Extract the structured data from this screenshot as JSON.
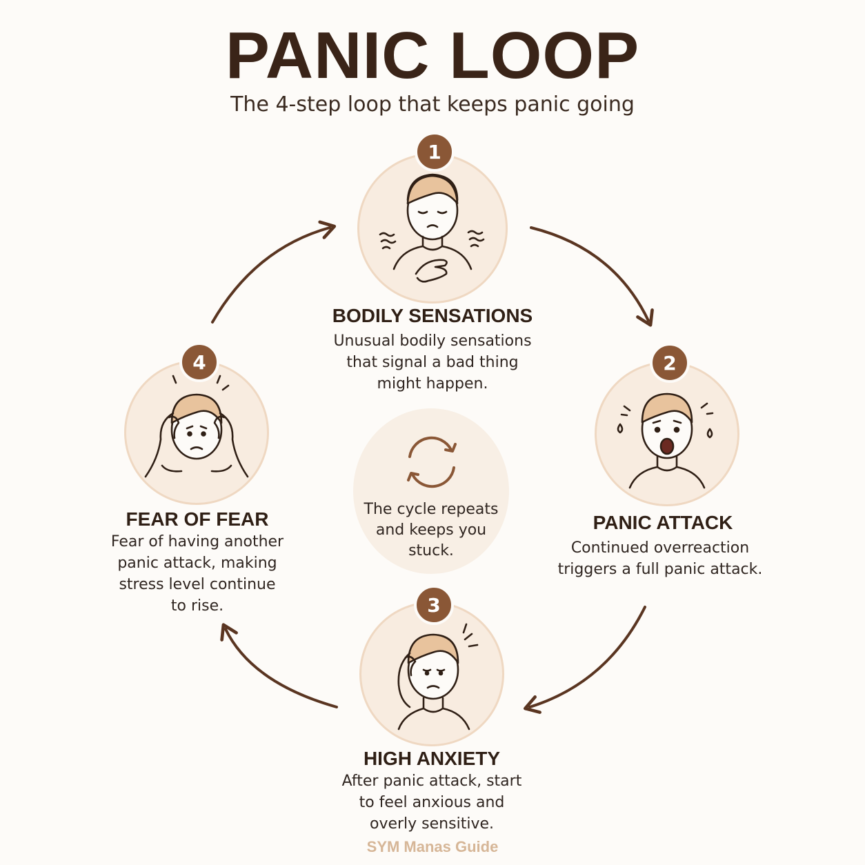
{
  "title": "PANIC LOOP",
  "subtitle": "The 4-step loop that keeps panic going",
  "steps": [
    {
      "number": "1",
      "title": "BODILY SENSATIONS",
      "desc_lines": [
        "Unusual bodily sensations",
        "that signal a bad thing",
        "might happen."
      ],
      "icon": "person-hand-on-chest-icon"
    },
    {
      "number": "2",
      "title": "PANIC ATTACK",
      "desc_lines": [
        "Continued overreaction",
        "triggers a full panic attack."
      ],
      "icon": "person-screaming-icon"
    },
    {
      "number": "3",
      "title": "HIGH ANXIETY",
      "desc_lines": [
        "After panic attack, start",
        "to feel anxious and",
        "overly sensitive."
      ],
      "icon": "person-hand-on-head-icon"
    },
    {
      "number": "4",
      "title": "FEAR OF FEAR",
      "desc_lines": [
        "Fear of having another",
        "panic attack, making",
        "stress level continue",
        "to rise."
      ],
      "icon": "person-hands-on-head-icon"
    }
  ],
  "center": {
    "icon": "cycle-arrows-icon",
    "lines": [
      "The cycle repeats",
      "and keeps you",
      "stuck."
    ]
  },
  "footer": "SYM Manas Guide",
  "colors": {
    "accent": "#8a5736",
    "ring": "#f8ece0",
    "ring_border": "#efd8c2",
    "text": "#2f1f15",
    "footer": "#d6b697",
    "arrow": "#5a3521"
  }
}
